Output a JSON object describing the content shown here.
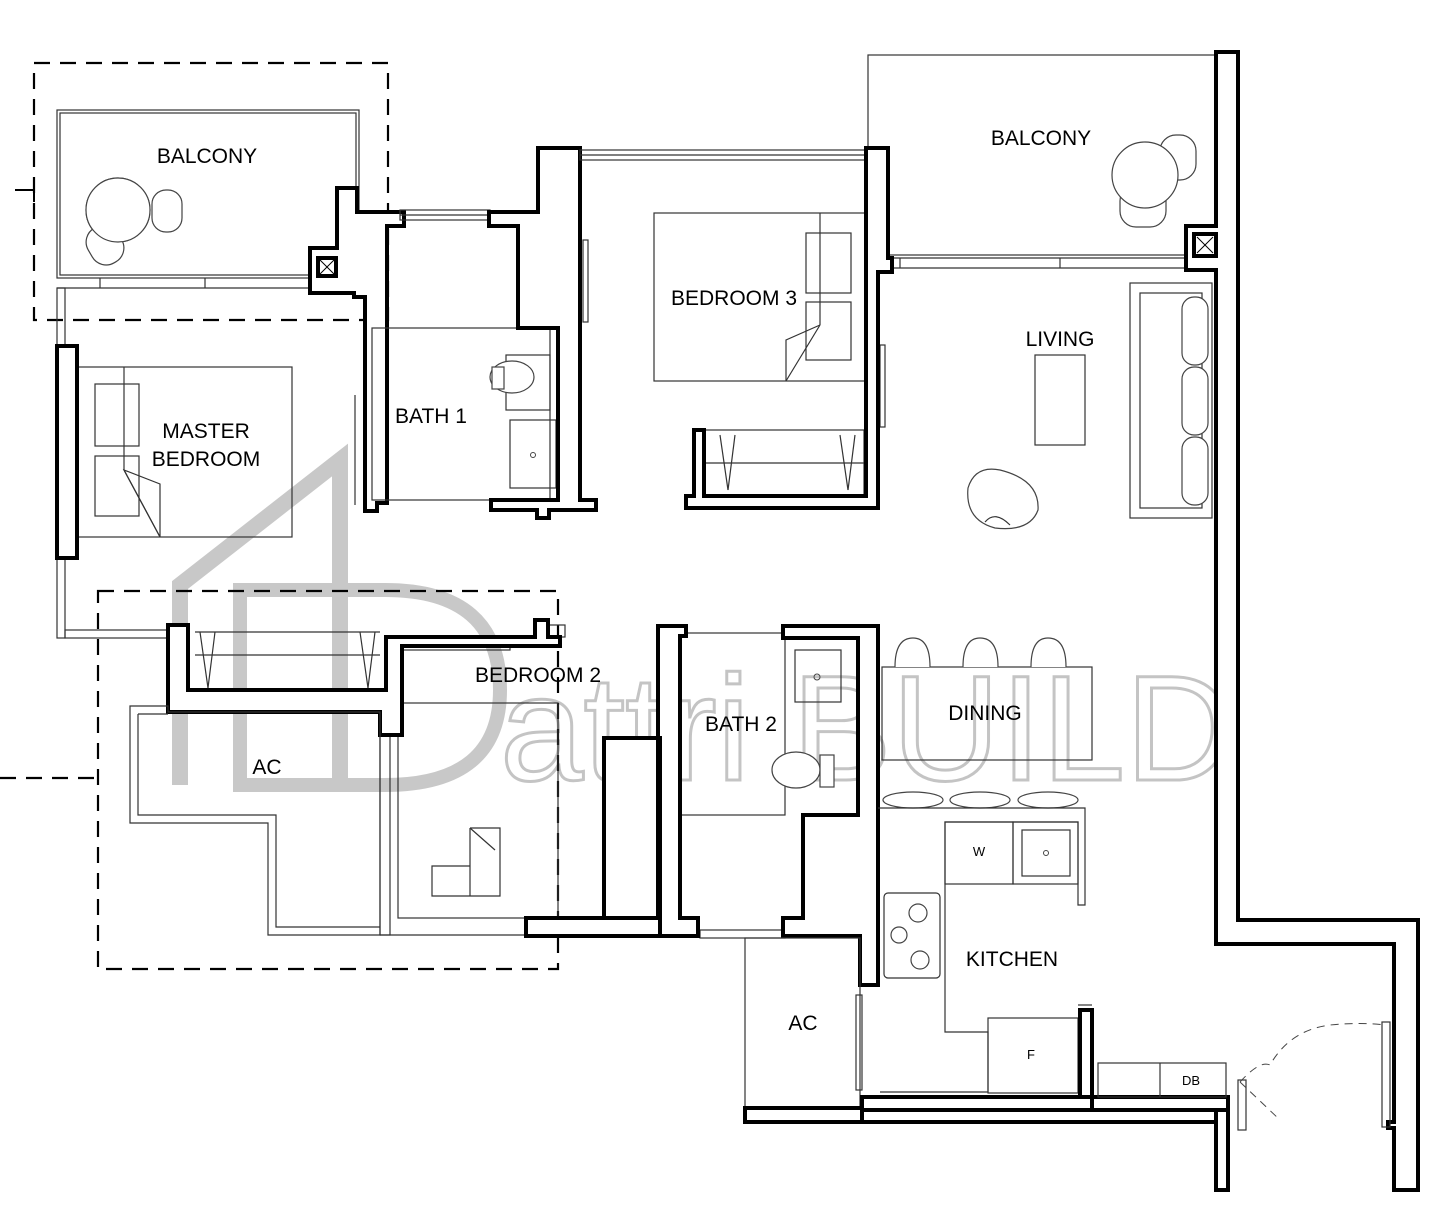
{
  "watermark": {
    "brand": "attri BUILD"
  },
  "rooms": {
    "balcony_left": "BALCONY",
    "balcony_right": "BALCONY",
    "master_bedroom_line1": "MASTER",
    "master_bedroom_line2": "BEDROOM",
    "bath1": "BATH 1",
    "bedroom3": "BEDROOM 3",
    "living": "LIVING",
    "bedroom2": "BEDROOM 2",
    "ac_left": "AC",
    "bath2": "BATH 2",
    "dining": "DINING",
    "kitchen": "KITCHEN",
    "ac_bottom": "AC"
  },
  "fixtures": {
    "washer": "W",
    "fridge": "F",
    "distribution_board": "DB"
  }
}
